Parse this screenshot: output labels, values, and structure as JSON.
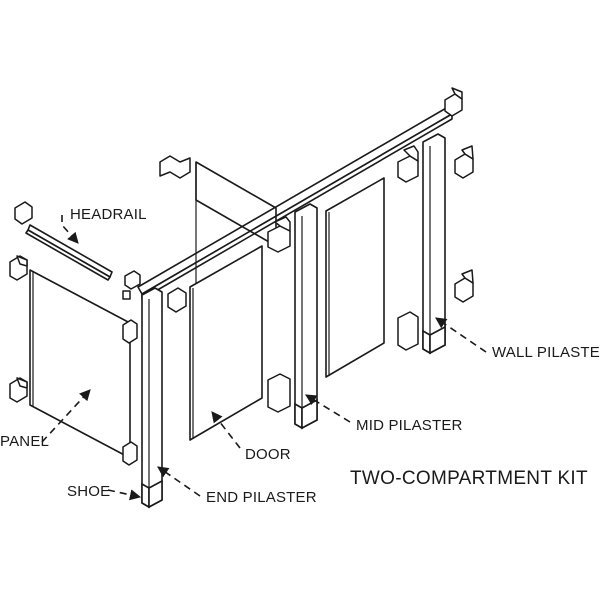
{
  "title": "TWO-COMPARTMENT KIT",
  "labels": {
    "headrail": "HEADRAIL",
    "panel": "PANEL",
    "door": "DOOR",
    "shoe": "SHOE",
    "end_pilaster": "END PILASTER",
    "mid_pilaster": "MID PILASTER",
    "wall_pilaster": "WALL PILASTER"
  }
}
